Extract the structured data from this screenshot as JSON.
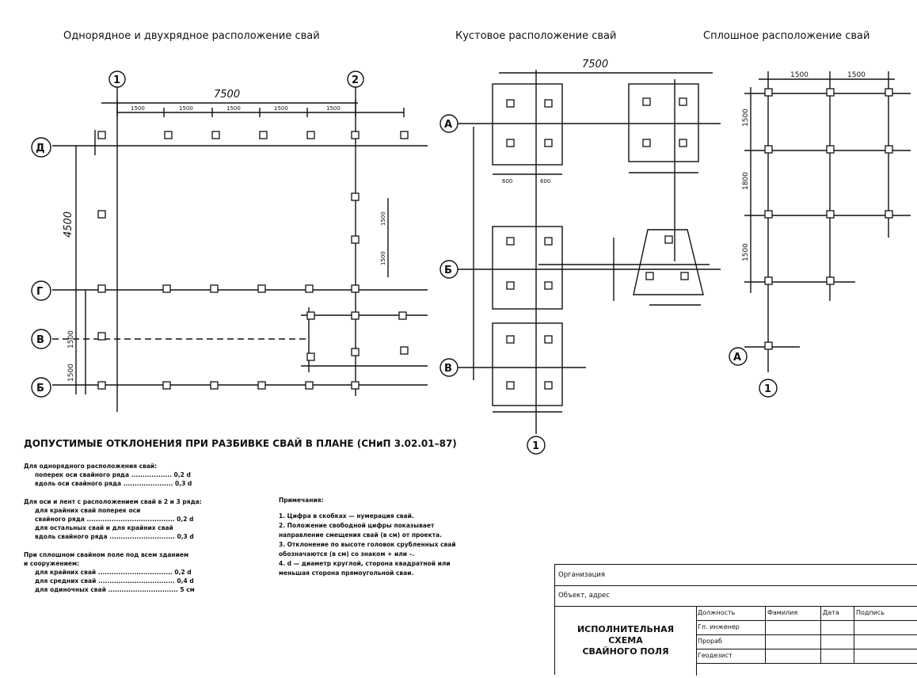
{
  "headings": {
    "linear": "Однорядное и двухрядное расположение свай",
    "cluster": "Кустовое расположение свай",
    "solid": "Сплошное расположение свай"
  },
  "linear": {
    "axis_numbers": [
      "1",
      "2"
    ],
    "axis_letters": [
      "Д",
      "Г",
      "В",
      "Б"
    ],
    "dim_total": "7500",
    "dim_spans": [
      "1500",
      "1500",
      "1500",
      "1500",
      "1500"
    ],
    "dim_vertical": "4500",
    "dim_side": [
      "1500",
      "1500"
    ],
    "small_dims": [
      "1500",
      "1500"
    ]
  },
  "cluster": {
    "axis_letters": [
      "А",
      "Б",
      "В"
    ],
    "axis_number": "1",
    "dim_total": "7500",
    "dims_small": [
      "600",
      "600"
    ]
  },
  "solid": {
    "axis_letter": "А",
    "axis_number": "1",
    "dims_top": [
      "1500",
      "1500"
    ],
    "dims_side": [
      "1500",
      "1800",
      "1500"
    ]
  },
  "tolerances": {
    "heading": "ДОПУСТИМЫЕ ОТКЛОНЕНИЯ ПРИ РАЗБИВКЕ СВАЙ В ПЛАНЕ (СНиП 3.02.01–87)",
    "g1_title": "Для однорядного расположения свай:",
    "g1_l1": "поперек оси свайного ряда .................. 0,2 d",
    "g1_l2": "вдоль оси свайного ряда ...................... 0,3 d",
    "g2_title": "Для оси и лент с расположением свай в 2 и 3 ряда:",
    "g2_l1": "для крайних свай поперек оси",
    "g2_l2": "свайного ряда ....................................... 0,2 d",
    "g2_l3": "для остальных свай и для крайних свай",
    "g2_l4": "вдоль свайного ряда ............................. 0,3 d",
    "g3_title": "При сплошном свайном поле под всем зданием",
    "g3_title2": "и сооружением:",
    "g3_l1": "для крайних свай ................................. 0,2 d",
    "g3_l2": "для средних свай .................................. 0,4 d",
    "g3_l3": "для одиночных свай ............................... 5 см"
  },
  "notes": {
    "title": "Примечания:",
    "n1": "1. Цифра в скобках — нумерация свай.",
    "n2a": "2. Положение свободной цифры показывает",
    "n2b": "направление смещения свай (в см) от проекта.",
    "n3a": "3. Отклонение по высоте головок срубленных свай",
    "n3b": "обозначаются (в см) со знаком + или –.",
    "n4a": "4. d — диаметр круглой, сторона квадратной или",
    "n4b": "меньшая сторона прямоугольной сваи."
  },
  "stamp": {
    "org": "Организация",
    "object": "Объект, адрес",
    "title_l1": "ИСПОЛНИТЕЛЬНАЯ",
    "title_l2": "СХЕМА",
    "title_l3": "СВАЙНОГО ПОЛЯ",
    "col_position": "Должность",
    "col_name": "Фамилия",
    "col_date": "Дата",
    "col_sign": "Подпись",
    "r1": "Гл. инженер",
    "r2": "Прораб",
    "r3": "Геодезист"
  }
}
